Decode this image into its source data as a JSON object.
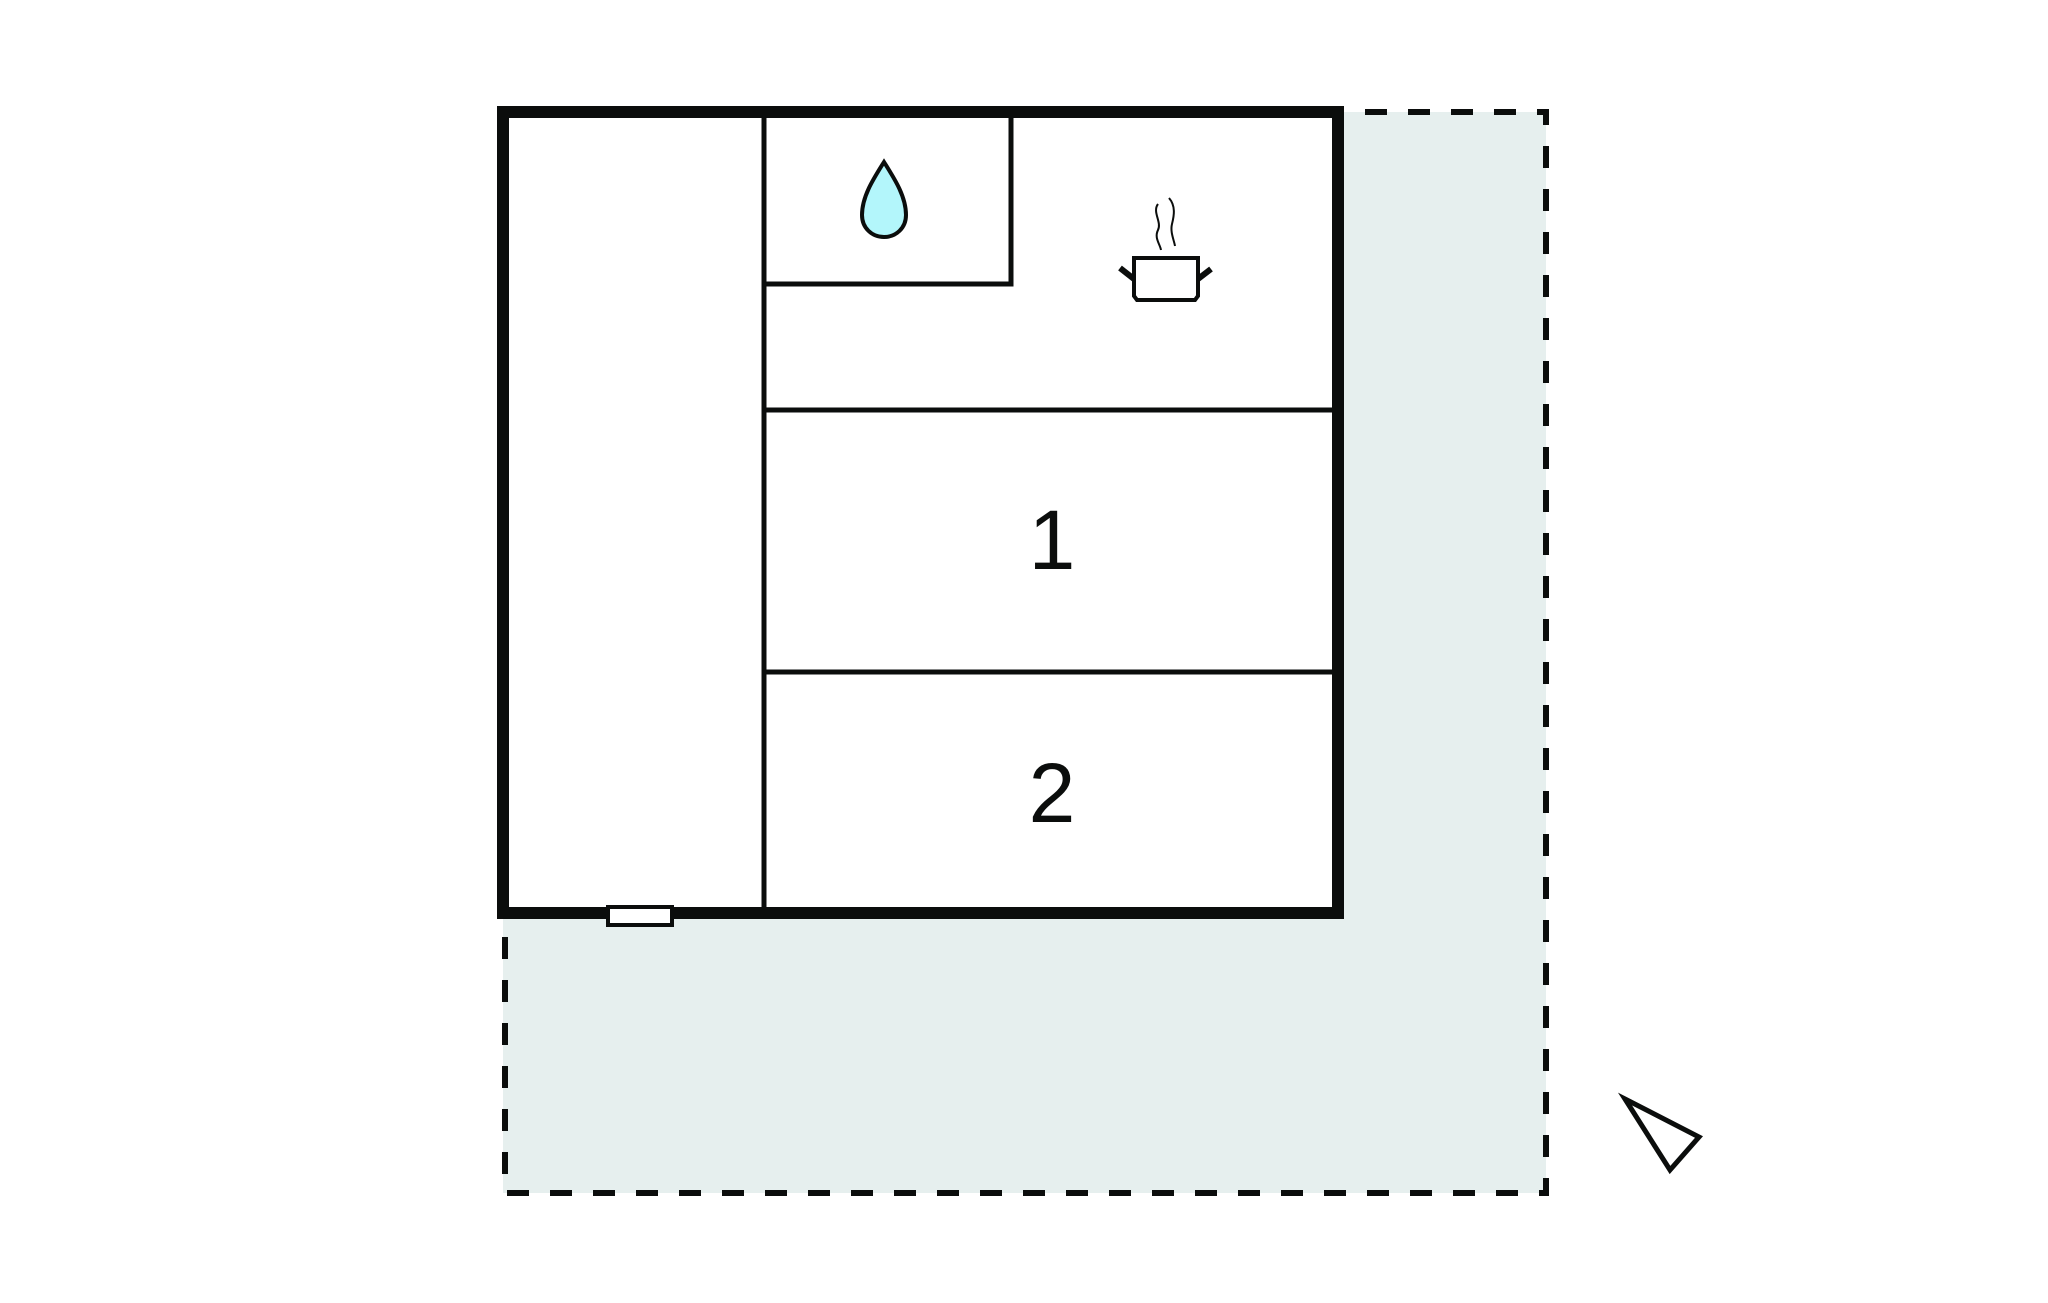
{
  "floorplan": {
    "colors": {
      "wall": "#0b0d0c",
      "terrace_fill": "#e6efee",
      "background": "#ffffff",
      "water_drop_fill": "#b3f6fb",
      "room_fill": "#ffffff"
    },
    "rooms": [
      {
        "id": "hallway",
        "label": ""
      },
      {
        "id": "bathroom",
        "label": "",
        "icon": "water-drop-icon"
      },
      {
        "id": "kitchen",
        "label": "",
        "icon": "cooking-pot-icon"
      },
      {
        "id": "bedroom-1",
        "label": "1"
      },
      {
        "id": "bedroom-2",
        "label": "2"
      }
    ],
    "terrace": {
      "style": "dashed",
      "label": ""
    },
    "entrance": {
      "icon": "door-icon"
    },
    "compass": {
      "icon": "north-arrow-icon"
    }
  }
}
